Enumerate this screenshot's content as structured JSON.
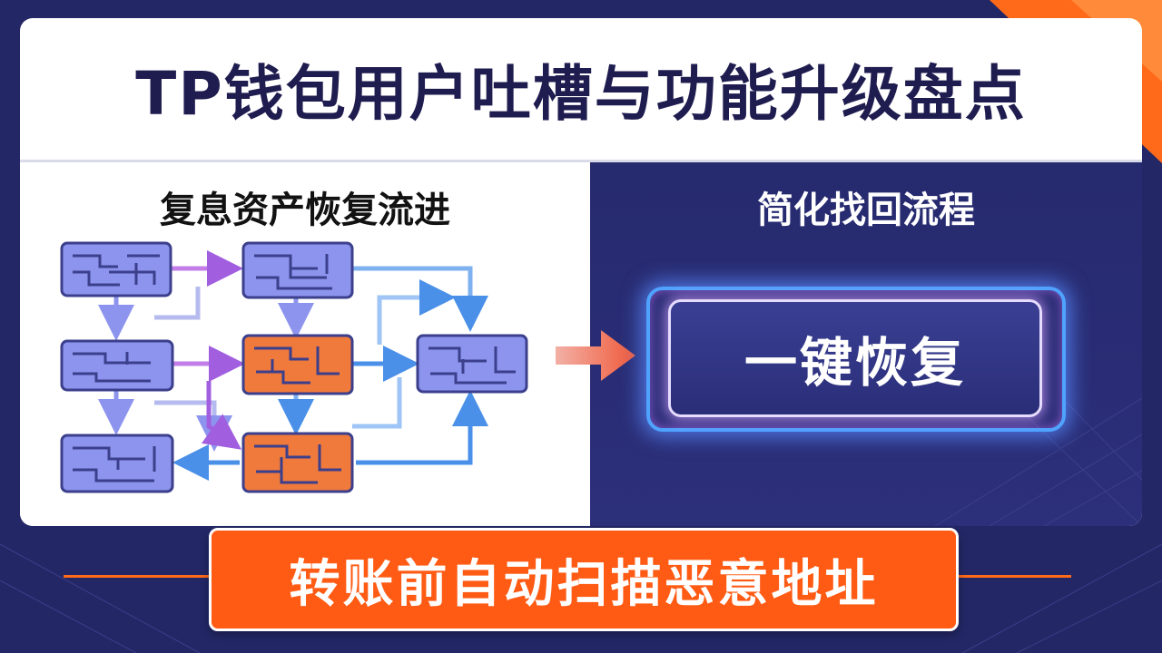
{
  "title": "TP钱包用户吐槽与功能升级盘点",
  "left_panel": {
    "heading": "复息资产恢复流进"
  },
  "right_panel": {
    "heading": "简化找回流程",
    "button_label": "一键恢复"
  },
  "bottom_banner": {
    "label": "转账前自动扫描恶意地址"
  },
  "colors": {
    "navy": "#232766",
    "orange": "#ff5b14",
    "maze_blue": "#8d94ee",
    "maze_orange": "#f07a3c",
    "arrow_blue": "#4a90e8",
    "arrow_purple": "#a15fe0"
  }
}
